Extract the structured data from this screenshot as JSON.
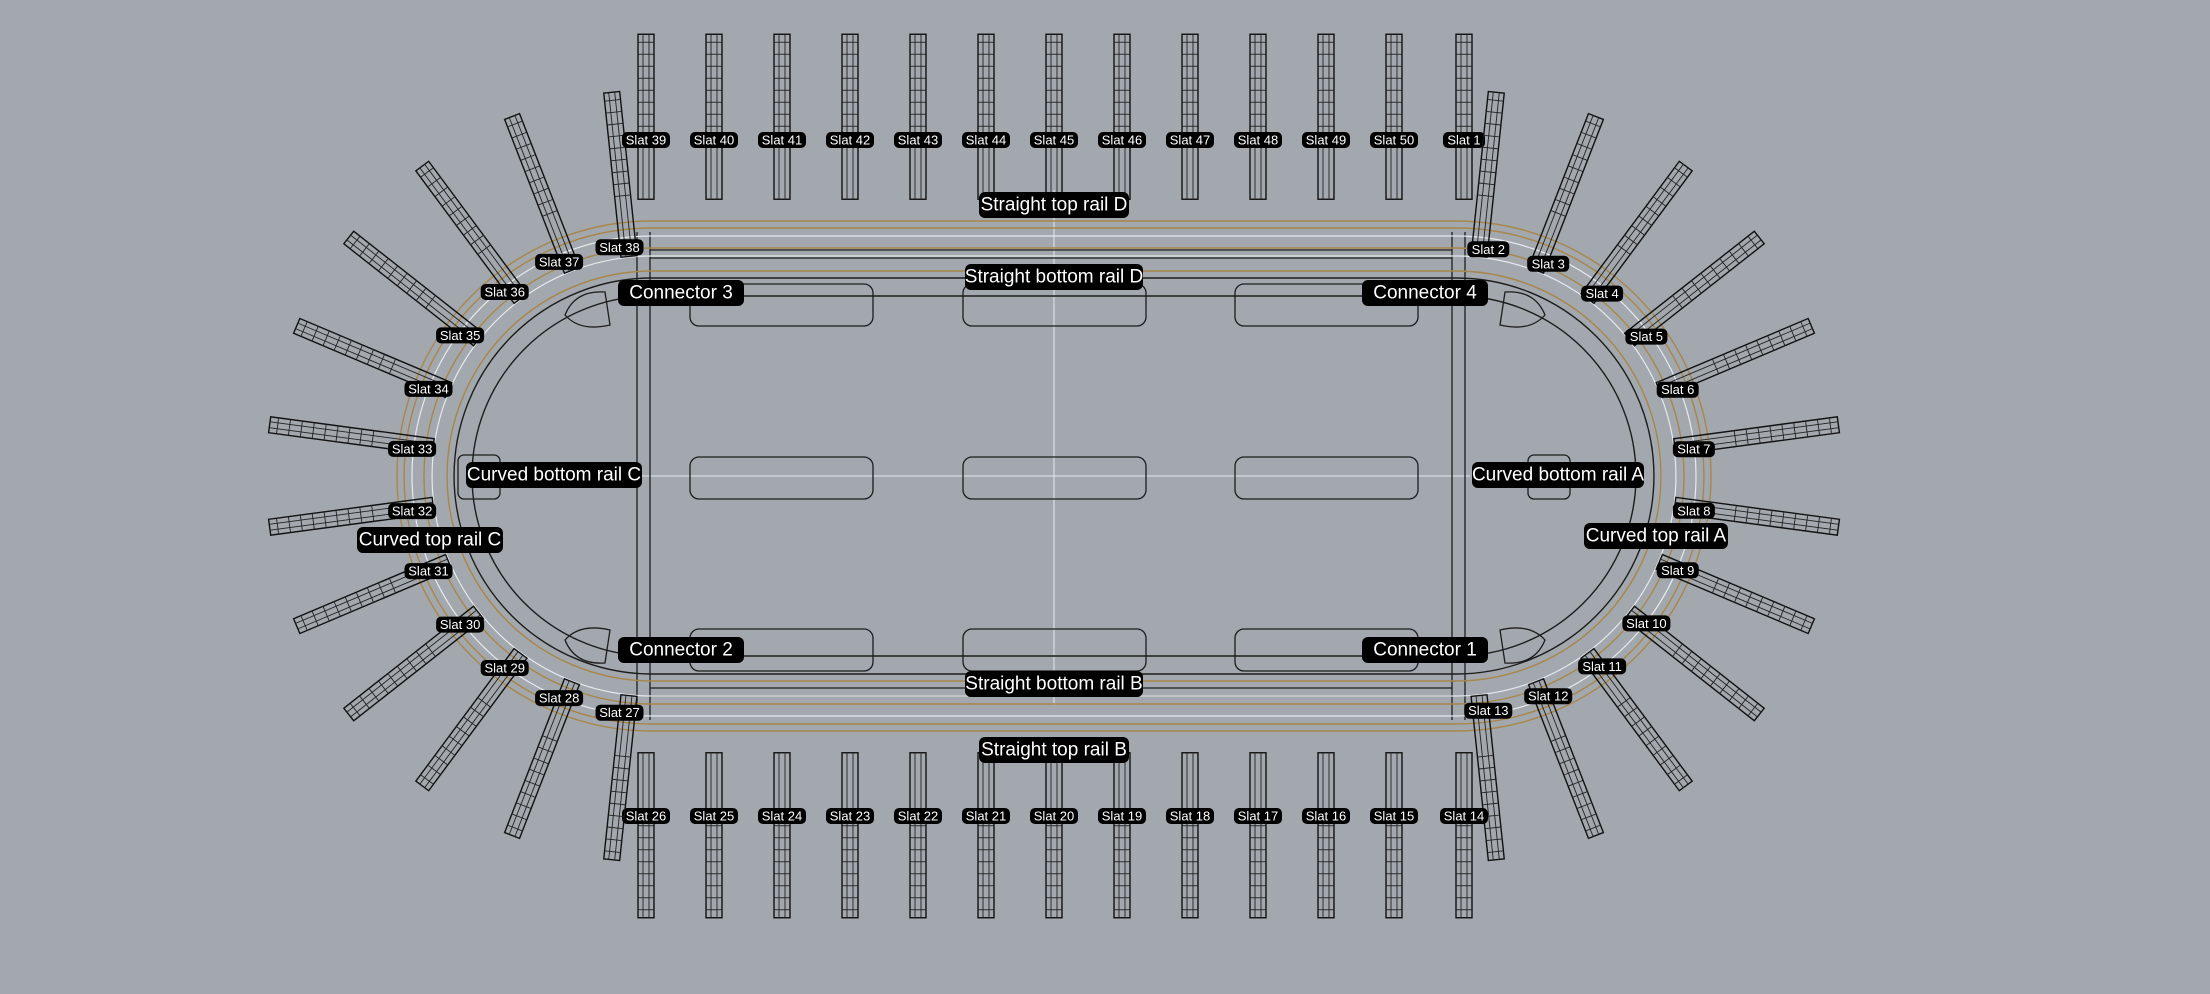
{
  "colors": {
    "background": "#a2a8ad",
    "label_bg": "#000000",
    "label_text": "#ffffff",
    "rail_gold": "#a8864a",
    "rail_white": "#e6e9ee",
    "lines": "#1d1d1d"
  },
  "slats": [
    "Slat 1",
    "Slat 2",
    "Slat 3",
    "Slat 4",
    "Slat 5",
    "Slat 6",
    "Slat 7",
    "Slat 8",
    "Slat 9",
    "Slat 10",
    "Slat 11",
    "Slat 12",
    "Slat 13",
    "Slat 14",
    "Slat 15",
    "Slat 16",
    "Slat 17",
    "Slat 18",
    "Slat 19",
    "Slat 20",
    "Slat 21",
    "Slat 22",
    "Slat 23",
    "Slat 24",
    "Slat 25",
    "Slat 26",
    "Slat 27",
    "Slat 28",
    "Slat 29",
    "Slat 30",
    "Slat 31",
    "Slat 32",
    "Slat 33",
    "Slat 34",
    "Slat 35",
    "Slat 36",
    "Slat 37",
    "Slat 38",
    "Slat 39",
    "Slat 40",
    "Slat 41",
    "Slat 42",
    "Slat 43",
    "Slat 44",
    "Slat 45",
    "Slat 46",
    "Slat 47",
    "Slat 48",
    "Slat 49",
    "Slat 50"
  ],
  "parts": {
    "straight_top_rail_d": "Straight top rail D",
    "straight_bottom_rail_d": "Straight bottom rail D",
    "straight_top_rail_b": "Straight top rail B",
    "straight_bottom_rail_b": "Straight bottom rail B",
    "curved_bottom_rail_a": "Curved bottom rail A",
    "curved_top_rail_a": "Curved top rail A",
    "curved_bottom_rail_c": "Curved bottom rail C",
    "curved_top_rail_c": "Curved top rail C",
    "connector_1": "Connector 1",
    "connector_2": "Connector 2",
    "connector_3": "Connector 3",
    "connector_4": "Connector 4"
  }
}
